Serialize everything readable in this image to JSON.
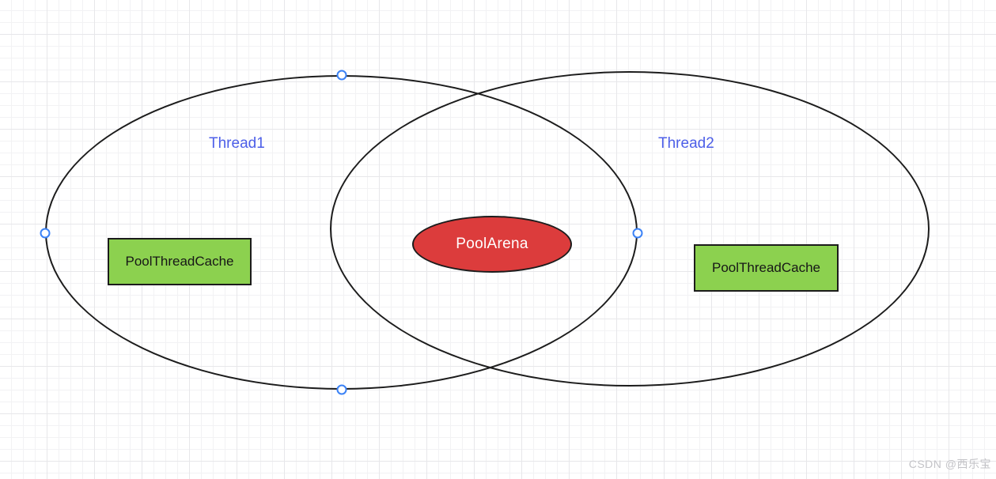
{
  "colors": {
    "grid_minor": "#f2f2f4",
    "grid_major": "#e7e7ea",
    "stroke": "#1c1c1c",
    "label_blue": "#4d5fe8",
    "arena_red": "#dc3c3c",
    "cache_green": "#8cd14f",
    "handle_blue": "#3b82f6",
    "watermark_gray": "#c3c3c7"
  },
  "diagram": {
    "thread1_label": "Thread1",
    "thread2_label": "Thread2",
    "pool_arena_label": "PoolArena",
    "pool_thread_cache_left_label": "PoolThreadCache",
    "pool_thread_cache_right_label": "PoolThreadCache"
  },
  "canvas": {
    "watermark": "CSDN @西乐宝"
  }
}
